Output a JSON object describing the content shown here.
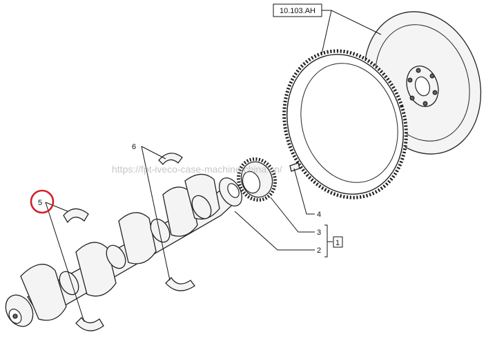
{
  "reference_label": "10.103.AH",
  "watermark": "https://fpt-iveco-case-machine.china.cn/",
  "callouts": {
    "one": "1",
    "two": "2",
    "three": "3",
    "four": "4",
    "five": "5",
    "six": "6"
  },
  "colors": {
    "line": "#111111",
    "highlight_circle": "#d21f2a",
    "watermark": "#b4b4b4"
  }
}
